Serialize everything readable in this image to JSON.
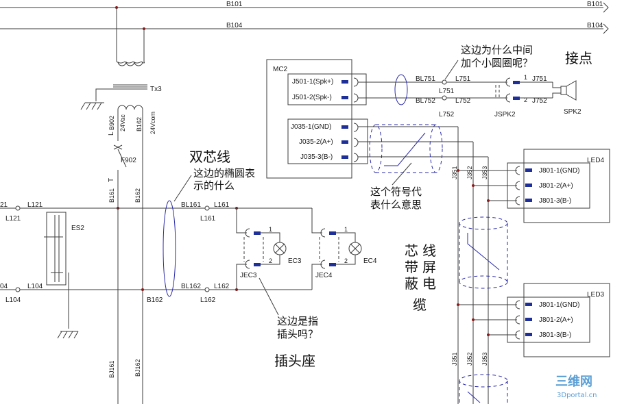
{
  "buses": {
    "top": "B101",
    "second": "B104"
  },
  "transformer": {
    "ref": "Tx3",
    "left_net": "B902",
    "left_volts": "24Vac",
    "right_net": "B162",
    "right_volts": "24Vcom"
  },
  "fuse": {
    "ref": "F902",
    "l_label": "L",
    "t_label": "T"
  },
  "wires": {
    "b161": "B161",
    "b162_a": "B162",
    "b162_b": "B162",
    "bj161": "BJ161",
    "bj162": "BJ162",
    "bl161": "BL161",
    "l161_a": "L161",
    "l161_b": "L161",
    "bl162": "BL162",
    "l162_a": "L162",
    "l162_b": "L162",
    "l121_a": "21",
    "l121_b": "L121",
    "l121_c": "L121",
    "l104_a": "04",
    "l104_b": "L104",
    "l104_c": "L104",
    "bl751": "BL751",
    "l751_a": "L751",
    "l751_b": "L751",
    "bl752": "BL752",
    "l752_a": "L752",
    "l752_b": "L752",
    "j751": "J751",
    "j752": "J752",
    "j351_a": "J351",
    "j352_a": "J352",
    "j353_a": "J353",
    "j351_b": "J351",
    "j352_b": "J352",
    "j353_b": "J353"
  },
  "es2": {
    "ref": "ES2"
  },
  "mc2": {
    "ref": "MC2",
    "pins": [
      "J501-1(Spk+)",
      "J501-2(Spk-)",
      "J035-1(GND)",
      "J035-2(A+)",
      "J035-3(B-)"
    ]
  },
  "jspk2": {
    "ref": "JSPK2",
    "pin1": "1",
    "pin2": "2"
  },
  "spk2": {
    "ref": "SPK2"
  },
  "jec3": {
    "ref": "JEC3",
    "pin1": "1",
    "pin2": "2",
    "lamp": "EC3"
  },
  "jec4": {
    "ref": "JEC4",
    "pin1": "1",
    "pin2": "2",
    "lamp": "EC4"
  },
  "led4": {
    "ref": "LED4",
    "pins": [
      "J801-1(GND)",
      "J801-2(A+)",
      "J801-3(B-)"
    ]
  },
  "led3": {
    "ref": "LED3",
    "pins": [
      "J801-1(GND)",
      "J801-2(A+)",
      "J801-3(B-)"
    ]
  },
  "annotations": {
    "shuangxin_title": "双芯线",
    "ellipse_q1": "这边的椭圆表",
    "ellipse_q2": "示的什么",
    "circle_q1": "这边为什么中间",
    "circle_q2": "加个小圆圈呢？",
    "jiedian": "接点",
    "symbol_q1": "这个符号代",
    "symbol_q2": "表什么意思",
    "shielded_col1": [
      "芯",
      "带",
      "蔽"
    ],
    "shielded_col2": [
      "线",
      "屏",
      "电",
      "缆"
    ],
    "plug_q1": "这边是指",
    "plug_q2": "插头吗？",
    "socket": "插头座"
  },
  "watermark": {
    "logo": "三维网",
    "site": "3Dportal.cn"
  },
  "colors": {
    "wire": "#3b3b3b",
    "shield": "#2a2aa8",
    "pin": "#1f2f9a",
    "junction": "#8b1a1a",
    "watermark": "#5a9fd6"
  }
}
